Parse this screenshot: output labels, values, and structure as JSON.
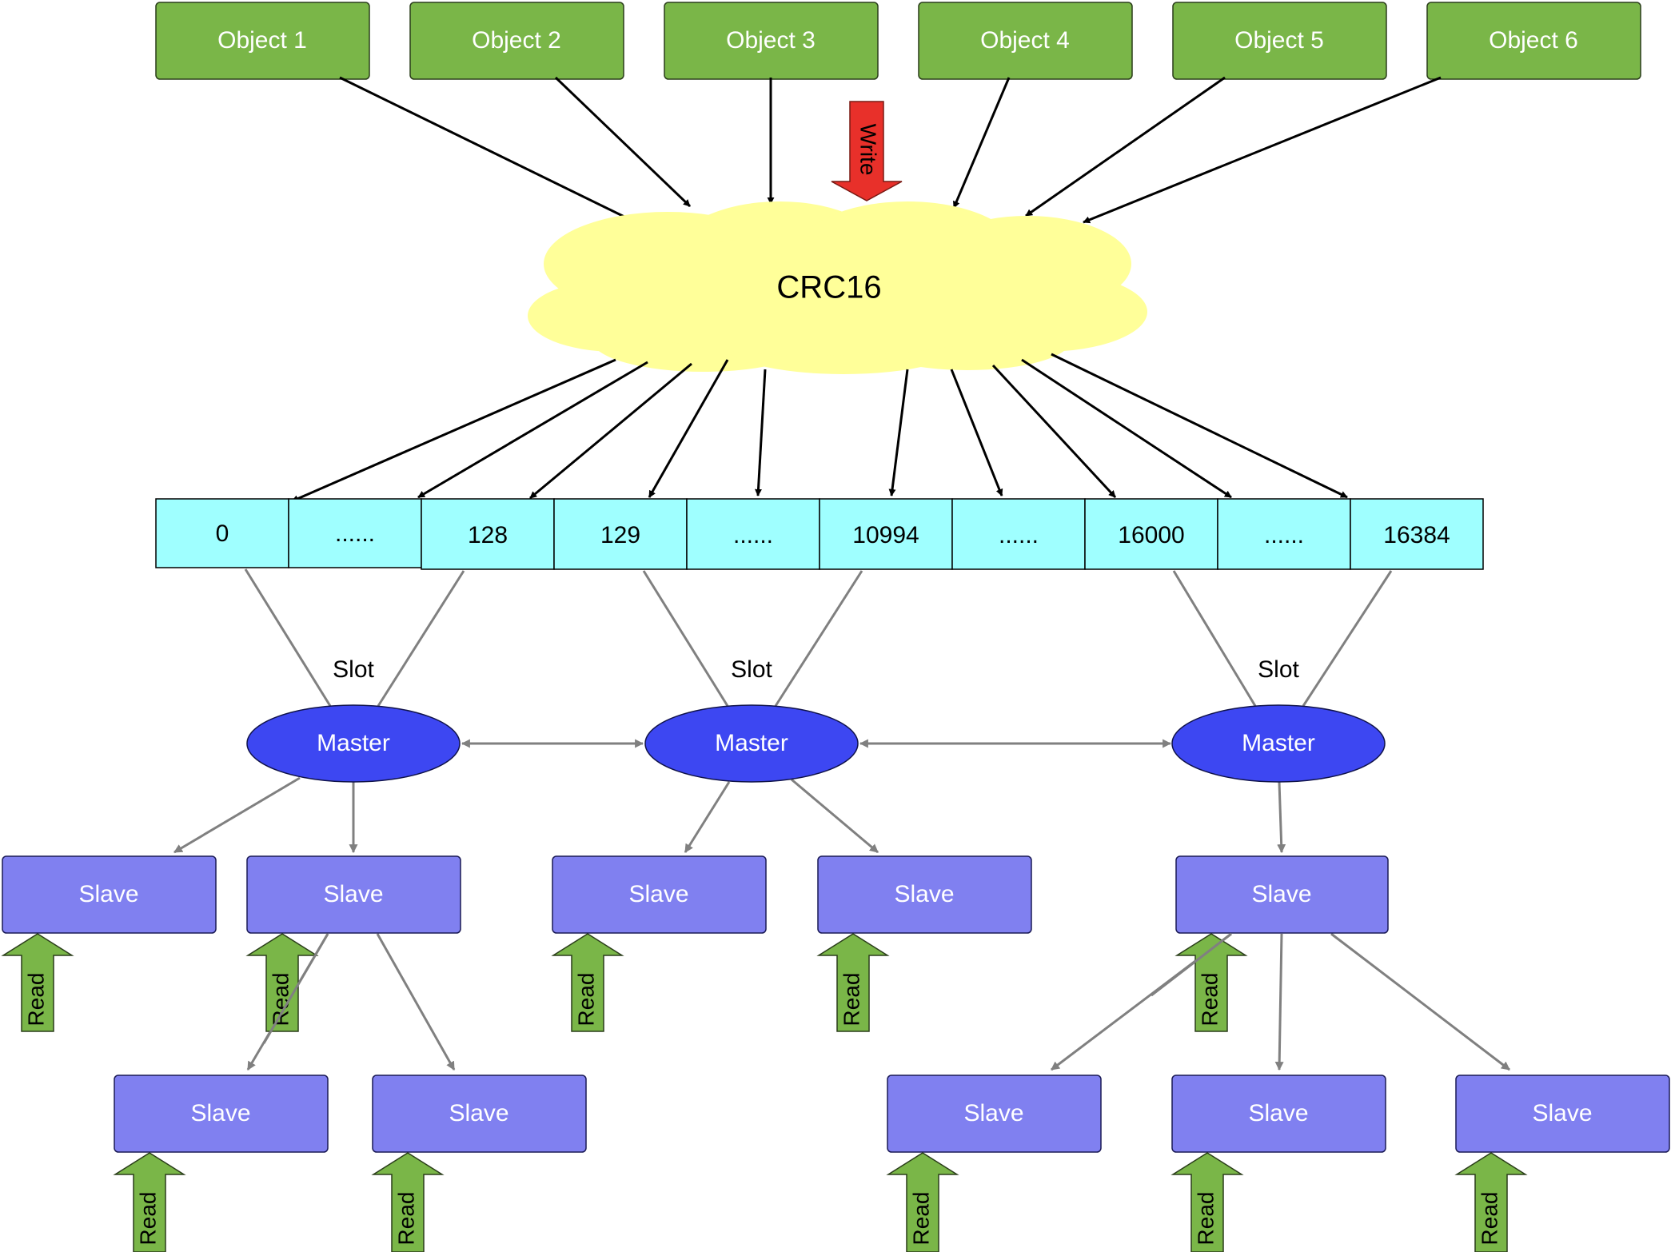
{
  "objects": [
    "Object 1",
    "Object 2",
    "Object 3",
    "Object 4",
    "Object 5",
    "Object 6"
  ],
  "hash": {
    "label": "CRC16"
  },
  "write_label": "Write",
  "slots": [
    "0",
    "......",
    "128",
    "129",
    "......",
    "10994",
    "......",
    "16000",
    "......",
    "16384"
  ],
  "slot_label": "Slot",
  "master_label": "Master",
  "slave_label": "Slave",
  "read_label": "Read",
  "colors": {
    "object_fill": "#7ab648",
    "cloud_fill": "#ffff99",
    "slot_fill": "#9fffff",
    "master_fill": "#3d47f2",
    "slave_fill": "#8080f0",
    "read_fill": "#7ab648",
    "write_fill": "#e8302a",
    "edge_gray": "#808080"
  }
}
